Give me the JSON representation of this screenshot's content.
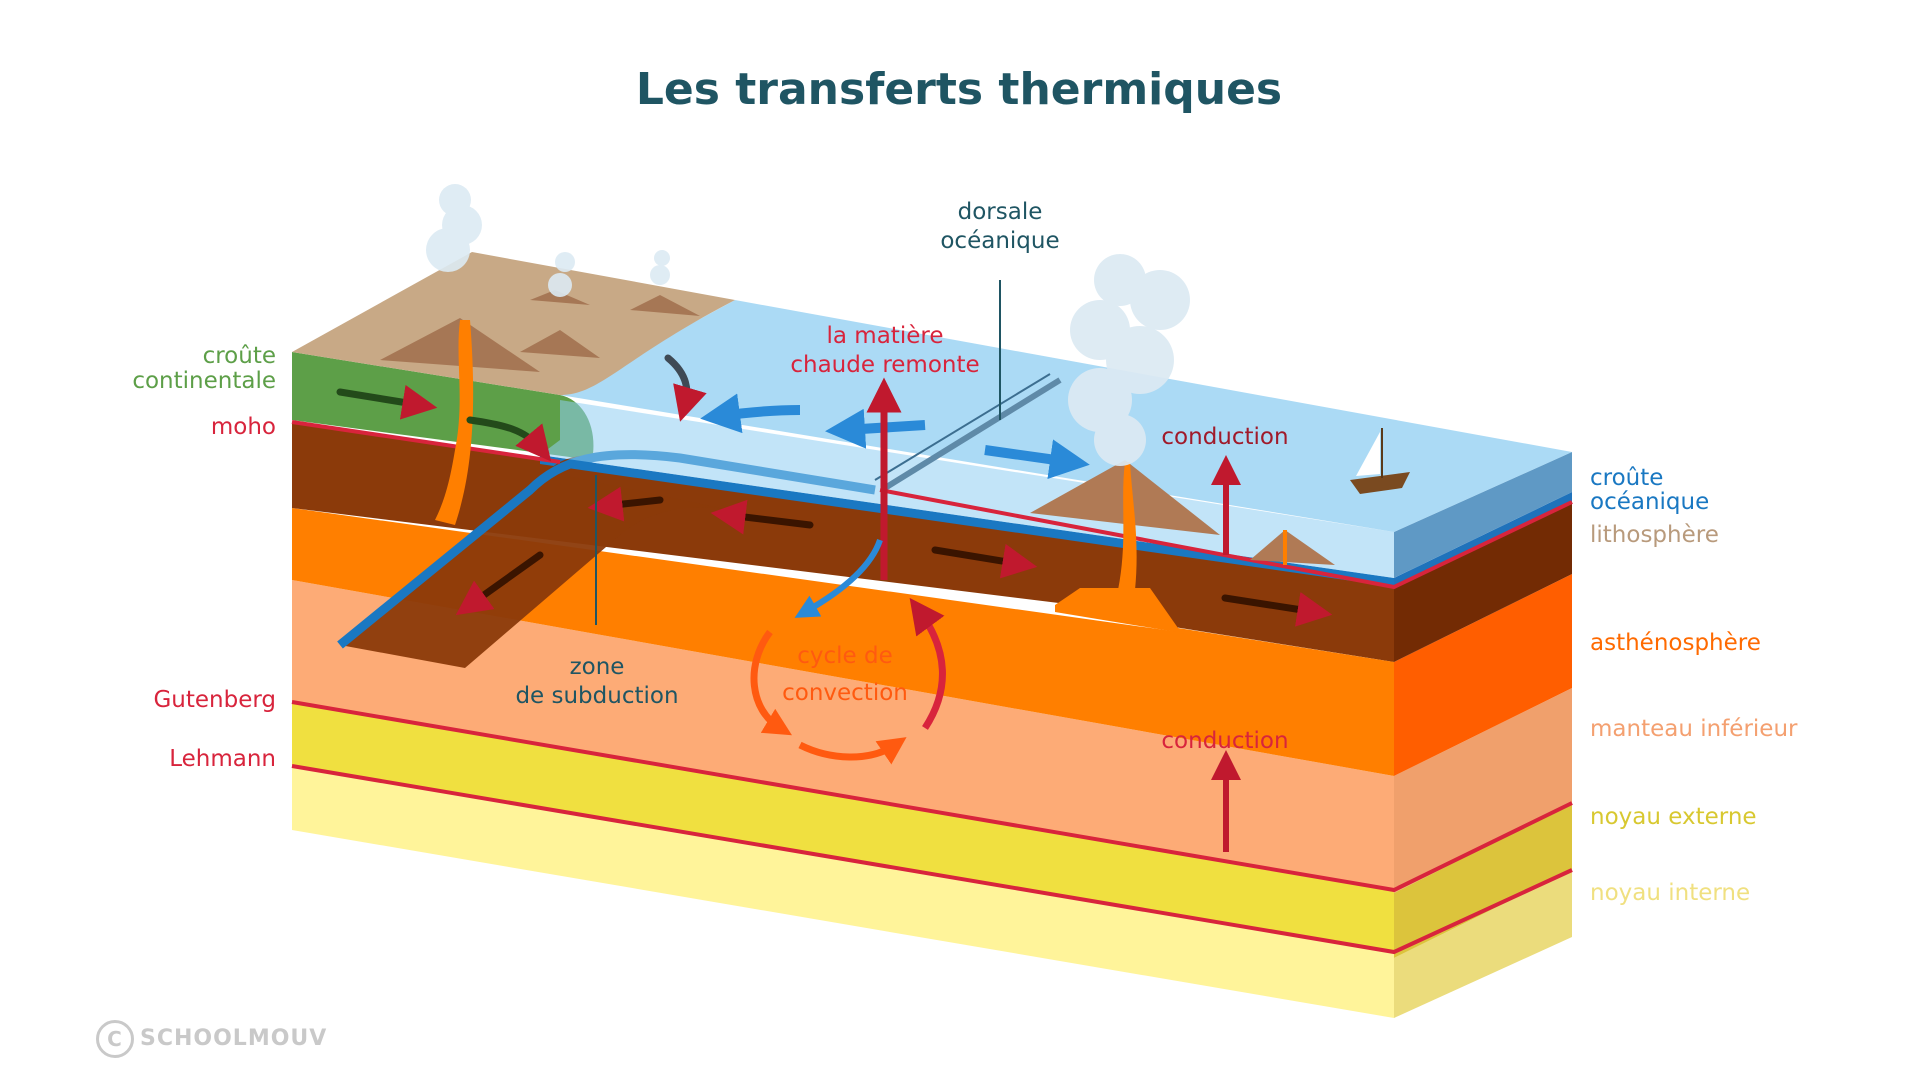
{
  "title": "Les transferts thermiques",
  "colors": {
    "title": "#1f5563",
    "continental_crust": "#5d9f48",
    "oceanic_crust": "#1a78c2",
    "lithosphere": "#8b3a0a",
    "asthenosphere": "#ff7f00",
    "lower_mantle": "#fda873",
    "outer_core": "#f0e040",
    "inner_core": "#fff49a",
    "ocean": "#8fcdf2",
    "discontinuity": "#d8243c"
  },
  "left_labels": {
    "continental_crust_1": "croûte",
    "continental_crust_2": "continentale",
    "moho": "moho",
    "gutenberg": "Gutenberg",
    "lehmann": "Lehmann"
  },
  "right_labels": {
    "oceanic_crust_1": "croûte",
    "oceanic_crust_2": "océanique",
    "lithosphere": "lithosphère",
    "asthenosphere": "asthénosphère",
    "lower_mantle": "manteau inférieur",
    "outer_core": "noyau externe",
    "inner_core": "noyau interne"
  },
  "annotations": {
    "ridge_1": "dorsale",
    "ridge_2": "océanique",
    "rising_1": "la matière",
    "rising_2": "chaude remonte",
    "conduction_top": "conduction",
    "conduction_bottom": "conduction",
    "subduction_1": "zone",
    "subduction_2": "de subduction",
    "convection_1": "cycle de",
    "convection_2": "convection"
  },
  "logo": {
    "symbol": "C",
    "text": "SCHOOLMOUV"
  }
}
